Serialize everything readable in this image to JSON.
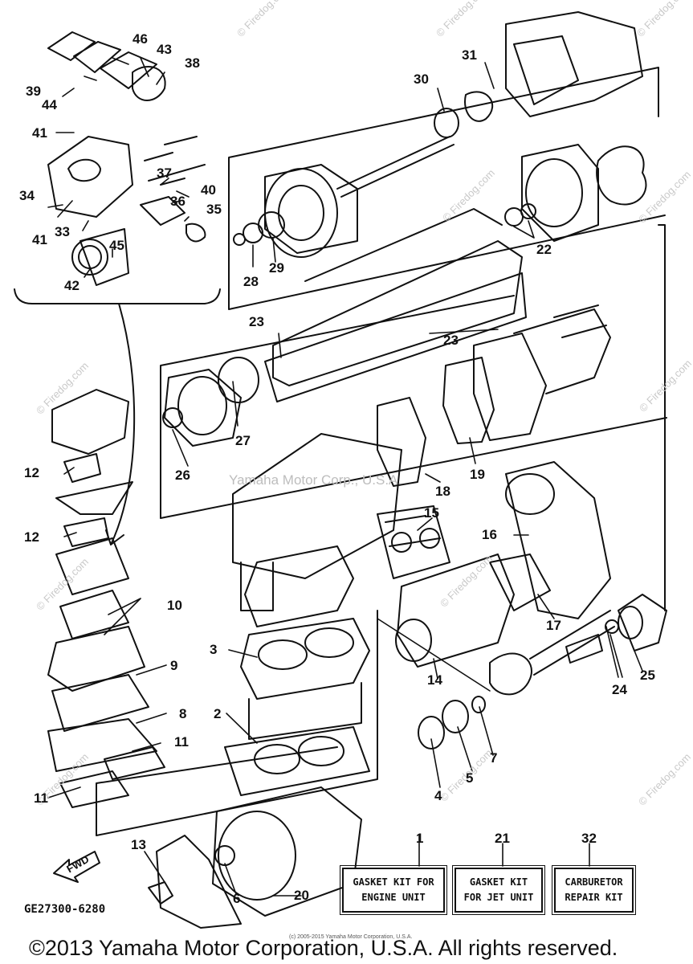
{
  "watermark": "© Firedog.com",
  "center_watermark": "Yamaha Motor Corp., U.S.A.",
  "part_callouts": [
    "39",
    "44",
    "46",
    "43",
    "38",
    "41",
    "37",
    "40",
    "34",
    "41",
    "33",
    "36",
    "35",
    "45",
    "42",
    "31",
    "30",
    "28",
    "29",
    "22",
    "23",
    "23",
    "27",
    "26",
    "18",
    "19",
    "12",
    "12",
    "10",
    "9",
    "8",
    "11",
    "11",
    "3",
    "2",
    "15",
    "16",
    "17",
    "14",
    "25",
    "24",
    "7",
    "5",
    "4",
    "13",
    "6",
    "20",
    "1",
    "21",
    "32"
  ],
  "kits": [
    {
      "number": "1",
      "line1": "GASKET KIT FOR",
      "line2": "ENGINE UNIT"
    },
    {
      "number": "21",
      "line1": "GASKET KIT",
      "line2": "FOR JET UNIT"
    },
    {
      "number": "32",
      "line1": "CARBURETOR",
      "line2": "REPAIR KIT"
    }
  ],
  "fwd_label": "FWD",
  "diagram_code": "GE27300-6280",
  "small_copyright": "(c) 2005-2015 Yamaha Motor Corporation, U.S.A.",
  "copyright": "©2013 Yamaha Motor Corporation, U.S.A. All rights reserved."
}
